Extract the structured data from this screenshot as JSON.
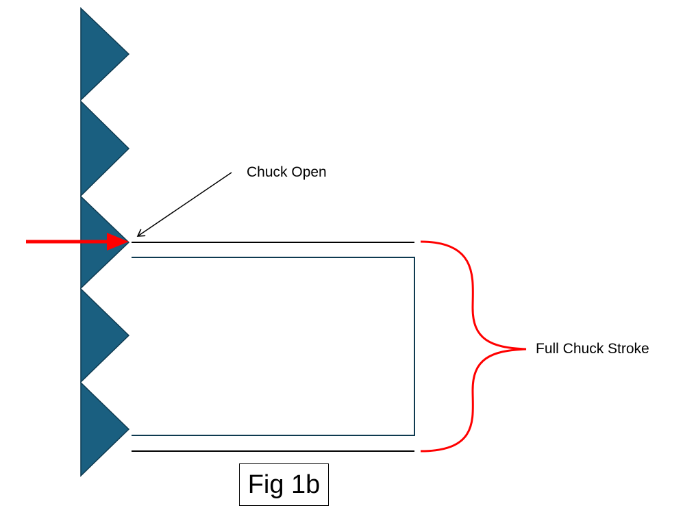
{
  "labels": {
    "chuck_open": "Chuck Open",
    "full_chuck_stroke": "Full Chuck Stroke",
    "figure_caption": "Fig 1b"
  },
  "colors": {
    "jaw_fill": "#1a5f80",
    "jaw_stroke": "#0e3a50",
    "position_line": "#000000",
    "outline_rect": "#0e3a50",
    "indicator_arrow": "#ff0000",
    "brace": "#ff0000",
    "leader_arrow": "#000000"
  },
  "elements": {
    "jaw_teeth_count": 5
  }
}
